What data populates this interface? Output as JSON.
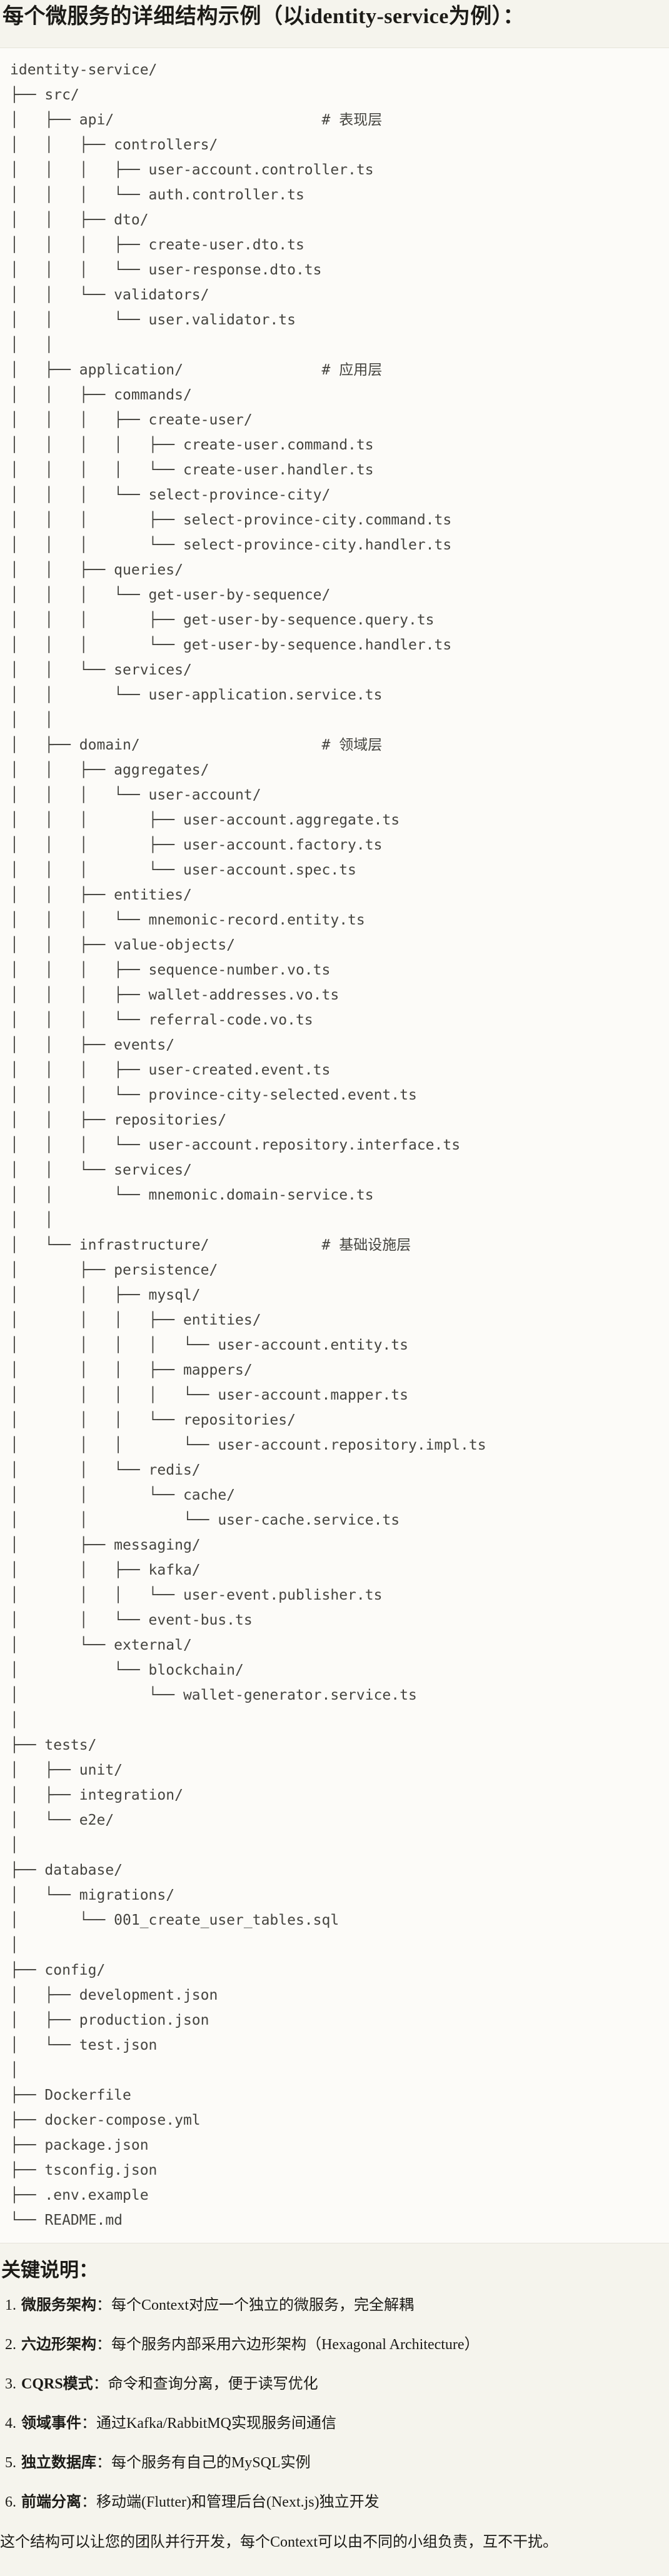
{
  "title": "每个微服务的详细结构示例（以identity-service为例）：",
  "colors": {
    "page_bg": "#f5f4ed",
    "code_bg": "#fcfbf8",
    "code_border": "#e6e4da",
    "code_text": "#45443f",
    "text": "#1c1b17"
  },
  "code_block": {
    "language": "plaintext",
    "lines": [
      "identity-service/",
      "├── src/",
      "│   ├── api/                        # 表现层",
      "│   │   ├── controllers/",
      "│   │   │   ├── user-account.controller.ts",
      "│   │   │   └── auth.controller.ts",
      "│   │   ├── dto/",
      "│   │   │   ├── create-user.dto.ts",
      "│   │   │   └── user-response.dto.ts",
      "│   │   └── validators/",
      "│   │       └── user.validator.ts",
      "│   │",
      "│   ├── application/                # 应用层",
      "│   │   ├── commands/",
      "│   │   │   ├── create-user/",
      "│   │   │   │   ├── create-user.command.ts",
      "│   │   │   │   └── create-user.handler.ts",
      "│   │   │   └── select-province-city/",
      "│   │   │       ├── select-province-city.command.ts",
      "│   │   │       └── select-province-city.handler.ts",
      "│   │   ├── queries/",
      "│   │   │   └── get-user-by-sequence/",
      "│   │   │       ├── get-user-by-sequence.query.ts",
      "│   │   │       └── get-user-by-sequence.handler.ts",
      "│   │   └── services/",
      "│   │       └── user-application.service.ts",
      "│   │",
      "│   ├── domain/                     # 领域层",
      "│   │   ├── aggregates/",
      "│   │   │   └── user-account/",
      "│   │   │       ├── user-account.aggregate.ts",
      "│   │   │       ├── user-account.factory.ts",
      "│   │   │       └── user-account.spec.ts",
      "│   │   ├── entities/",
      "│   │   │   └── mnemonic-record.entity.ts",
      "│   │   ├── value-objects/",
      "│   │   │   ├── sequence-number.vo.ts",
      "│   │   │   ├── wallet-addresses.vo.ts",
      "│   │   │   └── referral-code.vo.ts",
      "│   │   ├── events/",
      "│   │   │   ├── user-created.event.ts",
      "│   │   │   └── province-city-selected.event.ts",
      "│   │   ├── repositories/",
      "│   │   │   └── user-account.repository.interface.ts",
      "│   │   └── services/",
      "│   │       └── mnemonic.domain-service.ts",
      "│   │",
      "│   └── infrastructure/             # 基础设施层",
      "│       ├── persistence/",
      "│       │   ├── mysql/",
      "│       │   │   ├── entities/",
      "│       │   │   │   └── user-account.entity.ts",
      "│       │   │   ├── mappers/",
      "│       │   │   │   └── user-account.mapper.ts",
      "│       │   │   └── repositories/",
      "│       │   │       └── user-account.repository.impl.ts",
      "│       │   └── redis/",
      "│       │       └── cache/",
      "│       │           └── user-cache.service.ts",
      "│       ├── messaging/",
      "│       │   ├── kafka/",
      "│       │   │   └── user-event.publisher.ts",
      "│       │   └── event-bus.ts",
      "│       └── external/",
      "│           └── blockchain/",
      "│               └── wallet-generator.service.ts",
      "│",
      "├── tests/",
      "│   ├── unit/",
      "│   ├── integration/",
      "│   └── e2e/",
      "│",
      "├── database/",
      "│   └── migrations/",
      "│       └── 001_create_user_tables.sql",
      "│",
      "├── config/",
      "│   ├── development.json",
      "│   ├── production.json",
      "│   └── test.json",
      "│",
      "├── Dockerfile",
      "├── docker-compose.yml",
      "├── package.json",
      "├── tsconfig.json",
      "├── .env.example",
      "└── README.md"
    ]
  },
  "key_points": {
    "heading": "关键说明：",
    "items": [
      {
        "num": "1.",
        "label": "微服务架构",
        "text": "：每个Context对应一个独立的微服务，完全解耦"
      },
      {
        "num": "2.",
        "label": "六边形架构",
        "text": "：每个服务内部采用六边形架构（Hexagonal Architecture）"
      },
      {
        "num": "3.",
        "label": "CQRS模式",
        "text": "：命令和查询分离，便于读写优化"
      },
      {
        "num": "4.",
        "label": "领域事件",
        "text": "：通过Kafka/RabbitMQ实现服务间通信"
      },
      {
        "num": "5.",
        "label": "独立数据库",
        "text": "：每个服务有自己的MySQL实例"
      },
      {
        "num": "6.",
        "label": "前端分离",
        "text": "：移动端(Flutter)和管理后台(Next.js)独立开发"
      }
    ],
    "closing": "这个结构可以让您的团队并行开发，每个Context可以由不同的小组负责，互不干扰。"
  }
}
